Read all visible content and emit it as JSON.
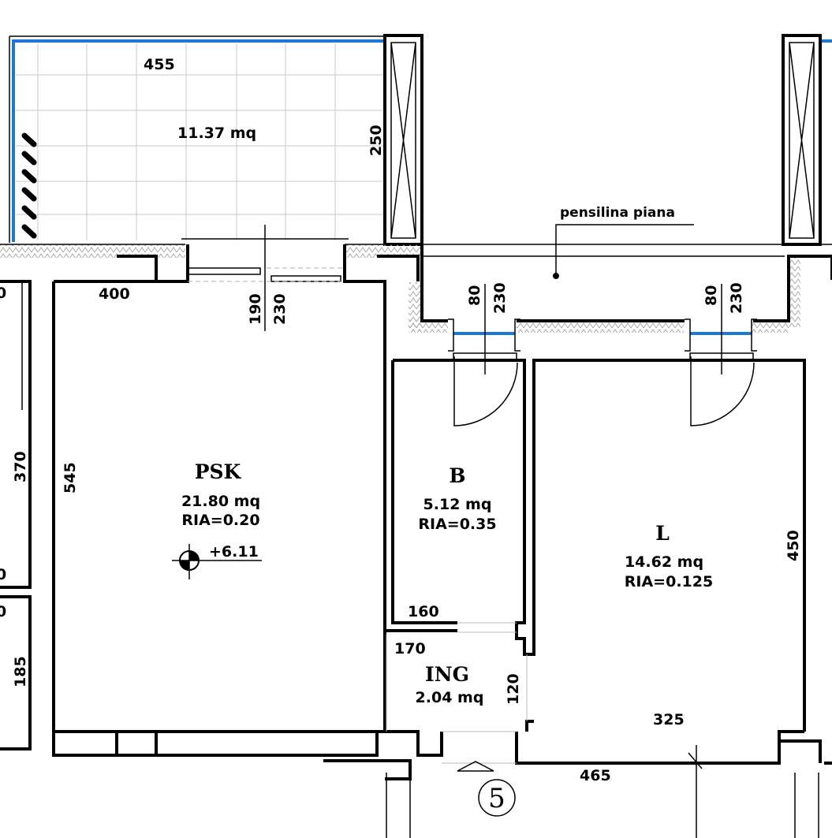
{
  "balcony": {
    "width": "455",
    "depth": "250",
    "area": "11.37  mq"
  },
  "canopy": {
    "label": "pensilina  piana"
  },
  "psk": {
    "name": "PSK",
    "area": "21.80  mq",
    "ria": "RIA=0.20",
    "height_mark": "+6.11",
    "dim_width": "400",
    "dim_height": "545",
    "window_h1": "190",
    "window_h2": "230"
  },
  "bagno": {
    "name": "B",
    "area": "5.12  mq",
    "ria": "RIA=0.35",
    "dim_width": "160",
    "window_h1": "80",
    "window_h2": "230"
  },
  "letto": {
    "name": "L",
    "area": "14.62  mq",
    "ria": "RIA=0.125",
    "dim_width": "325",
    "dim_height": "450",
    "window_h1": "80",
    "window_h2": "230"
  },
  "ingresso": {
    "name": "ING",
    "area": "2.04  mq",
    "dim_width": "170",
    "dim_height": "120"
  },
  "left_rooms": {
    "dim_upper": "370",
    "dim_lower": "185",
    "partial_a": "0",
    "partial_b": "0",
    "partial_c": "0"
  },
  "exterior": {
    "dim_bottom": "465",
    "entrance_number": "5"
  },
  "colors": {
    "window_glass": "#1e78d2",
    "insulation": "#bdbdbd"
  }
}
